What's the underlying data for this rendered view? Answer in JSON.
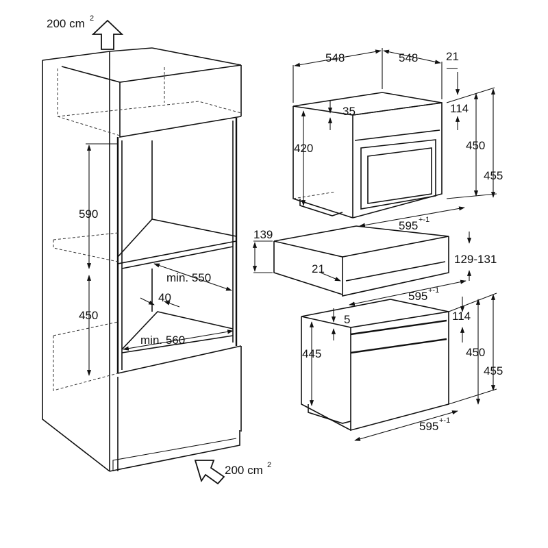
{
  "airflow": {
    "top": {
      "value": "200 cm",
      "sup": "2"
    },
    "bottom": {
      "value": "200 cm",
      "sup": "2"
    }
  },
  "cabinet": {
    "niche_height_top": "590",
    "niche_height_bottom": "450",
    "min_depth": "min. 550",
    "gap": "40",
    "min_width": "min. 560"
  },
  "upper_oven": {
    "depth": "548",
    "depth_total": "548",
    "panel": "21",
    "top_offset": "35",
    "height_side": "420",
    "front_gap": "114",
    "front_height": "450",
    "total_height": "455",
    "width": {
      "value": "595",
      "sup": "+-1"
    }
  },
  "drawer": {
    "height": "139",
    "panel": "21",
    "front_height": "129-131",
    "width": {
      "value": "595",
      "sup": "+-1"
    }
  },
  "lower_oven": {
    "top_offset": "5",
    "height_side": "445",
    "front_gap": "114",
    "front_height": "450",
    "total_height": "455",
    "width": {
      "value": "595",
      "sup": "+-1"
    }
  }
}
